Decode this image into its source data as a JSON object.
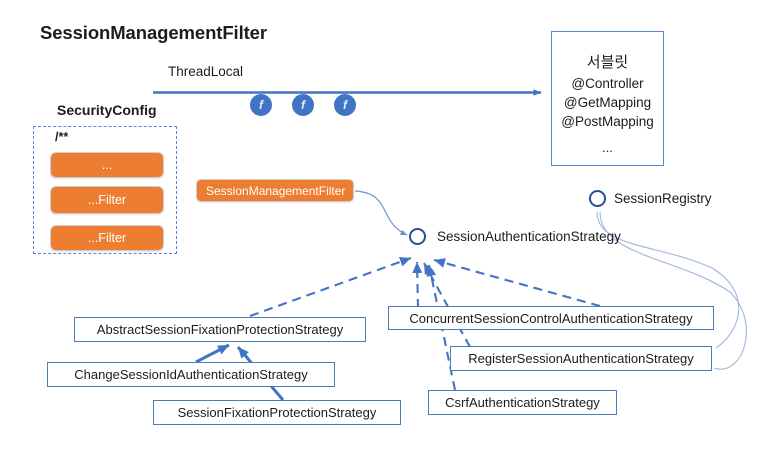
{
  "diagram": {
    "title": "SessionManagementFilter",
    "type": "architecture-diagram",
    "background": "#ffffff",
    "colors": {
      "orange": "#ed7d31",
      "blue_border": "#4a7ebb",
      "blue_arrow": "#4274c4",
      "dashed_blue": "#5b86d6",
      "lollipop_blue": "#2b4f96",
      "text": "#1c1c1c"
    }
  },
  "thread_local": {
    "label": "ThreadLocal",
    "bubbles": [
      "f",
      "f",
      "f"
    ]
  },
  "security_config": {
    "caption": "SecurityConfig",
    "path_pattern": "/**",
    "filters": [
      {
        "label": "..."
      },
      {
        "label": "...Filter"
      },
      {
        "label": "...Filter"
      }
    ]
  },
  "servlet": {
    "lines": [
      "서블릿",
      "@Controller",
      "@GetMapping",
      "@PostMapping",
      "..."
    ]
  },
  "highlight_chip": {
    "label": "SessionManagementFilter"
  },
  "interfaces": [
    {
      "name": "session-authentication-strategy",
      "label": "SessionAuthenticationStrategy"
    },
    {
      "name": "session-registry",
      "label": "SessionRegistry"
    }
  ],
  "implementations": [
    {
      "name": "abstract-session-fixation-protection-strategy",
      "label": "AbstractSessionFixationProtectionStrategy"
    },
    {
      "name": "change-session-id-authentication-strategy",
      "label": "ChangeSessionIdAuthenticationStrategy"
    },
    {
      "name": "session-fixation-protection-strategy",
      "label": "SessionFixationProtectionStrategy"
    },
    {
      "name": "concurrent-session-control-authentication-strategy",
      "label": "ConcurrentSessionControlAuthenticationStrategy"
    },
    {
      "name": "register-session-authentication-strategy",
      "label": "RegisterSessionAuthenticationStrategy"
    },
    {
      "name": "csrf-authentication-strategy",
      "label": "CsrfAuthenticationStrategy"
    }
  ]
}
